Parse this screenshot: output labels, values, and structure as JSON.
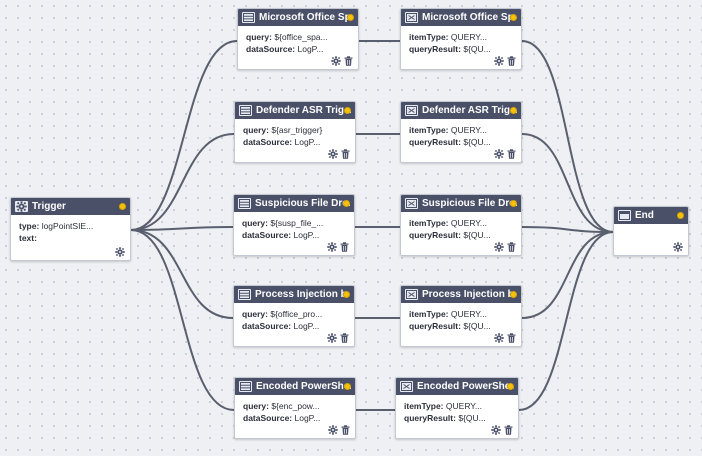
{
  "colors": {
    "header": "#4a5068",
    "status": "#f4c20d",
    "edge": "#5a5f6e",
    "canvas": "#eef0f4"
  },
  "icons": {
    "trigger": "gear-icon",
    "query": "database-icon",
    "transform": "shuffle-icon",
    "end": "end-window-icon",
    "settings": "gear-icon",
    "delete": "trash-icon"
  },
  "trigger": {
    "title": "Trigger",
    "props": [
      {
        "key": "type:",
        "value": "logPointSIE..."
      },
      {
        "key": "text:",
        "value": ""
      }
    ]
  },
  "end": {
    "title": "End"
  },
  "branches": [
    {
      "query": {
        "title": "Microsoft Office Sp...",
        "props": [
          {
            "key": "query:",
            "value": "${office_spa..."
          },
          {
            "key": "dataSource:",
            "value": "LogP..."
          }
        ]
      },
      "result": {
        "title": "Microsoft Office Sp...",
        "props": [
          {
            "key": "itemType:",
            "value": "QUERY..."
          },
          {
            "key": "queryResult:",
            "value": "${QU..."
          }
        ]
      }
    },
    {
      "query": {
        "title": "Defender ASR Trig...",
        "props": [
          {
            "key": "query:",
            "value": "${asr_trigger}"
          },
          {
            "key": "dataSource:",
            "value": "LogP..."
          }
        ]
      },
      "result": {
        "title": "Defender ASR Trig...",
        "props": [
          {
            "key": "itemType:",
            "value": "QUERY..."
          },
          {
            "key": "queryResult:",
            "value": "${QU..."
          }
        ]
      }
    },
    {
      "query": {
        "title": "Suspicious File Dro...",
        "props": [
          {
            "key": "query:",
            "value": "${susp_file_..."
          },
          {
            "key": "dataSource:",
            "value": "LogP..."
          }
        ]
      },
      "result": {
        "title": "Suspicious File Dro...",
        "props": [
          {
            "key": "itemType:",
            "value": "QUERY..."
          },
          {
            "key": "queryResult:",
            "value": "${QU..."
          }
        ]
      }
    },
    {
      "query": {
        "title": "Process Injection b...",
        "props": [
          {
            "key": "query:",
            "value": "${office_pro..."
          },
          {
            "key": "dataSource:",
            "value": "LogP..."
          }
        ]
      },
      "result": {
        "title": "Process Injection b...",
        "props": [
          {
            "key": "itemType:",
            "value": "QUERY..."
          },
          {
            "key": "queryResult:",
            "value": "${QU..."
          }
        ]
      }
    },
    {
      "query": {
        "title": "Encoded PowerShe...",
        "props": [
          {
            "key": "query:",
            "value": "${enc_pow..."
          },
          {
            "key": "dataSource:",
            "value": "LogP..."
          }
        ]
      },
      "result": {
        "title": "Encoded PowerShe...",
        "props": [
          {
            "key": "itemType:",
            "value": "QUERY..."
          },
          {
            "key": "queryResult:",
            "value": "${QU..."
          }
        ]
      }
    }
  ]
}
